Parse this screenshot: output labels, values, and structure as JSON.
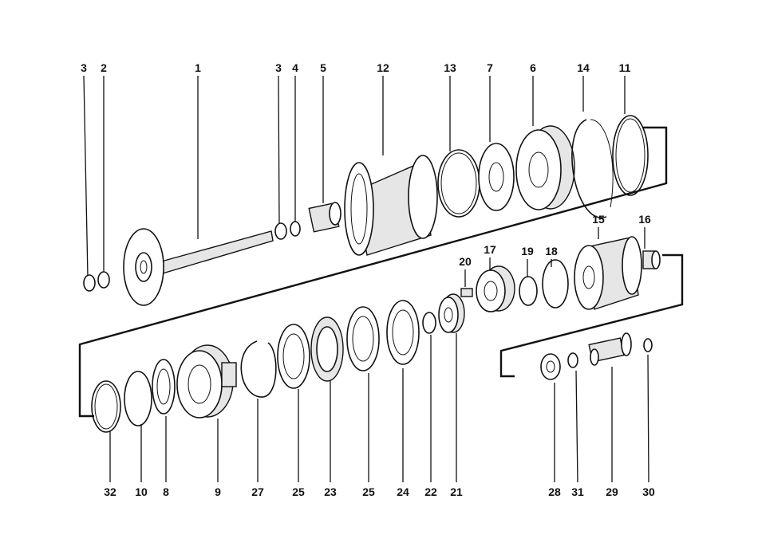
{
  "title": "Exploded parts diagram",
  "labels": {
    "top": [
      "3",
      "2",
      "1",
      "3",
      "4",
      "5",
      "12",
      "13",
      "7",
      "6",
      "14",
      "11"
    ],
    "middle": [
      "15",
      "16",
      "17",
      "19",
      "18",
      "20"
    ],
    "bottom": [
      "32",
      "10",
      "8",
      "9",
      "27",
      "25",
      "23",
      "25",
      "24",
      "22",
      "21",
      "28",
      "31",
      "29",
      "30"
    ]
  }
}
